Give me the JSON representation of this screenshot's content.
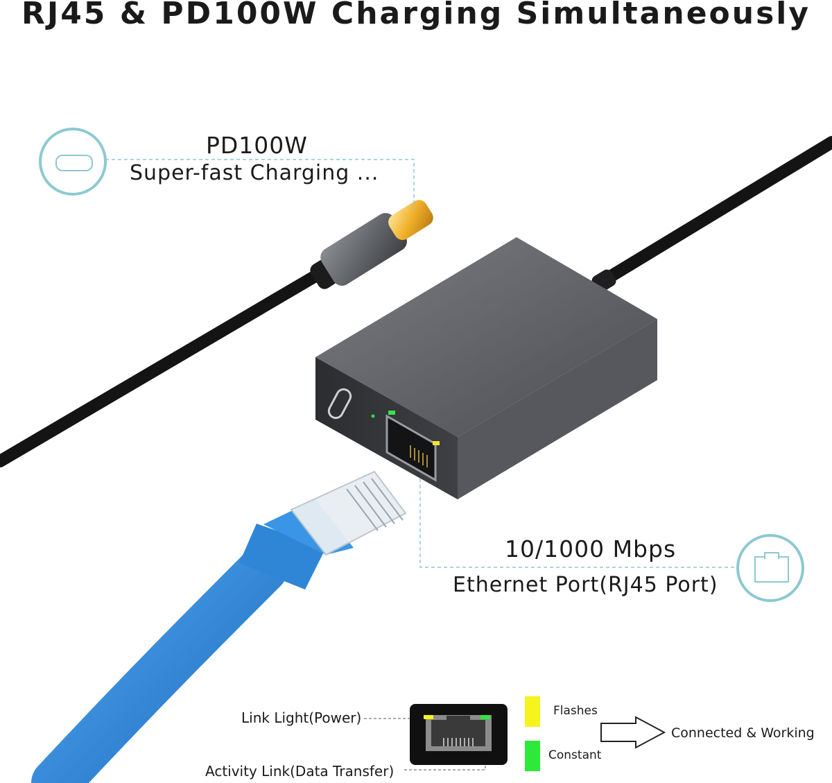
{
  "title": "RJ45 & PD100W Charging Simultaneously",
  "pd_callout": {
    "heading": "PD100W",
    "subtitle": "Super-fast Charging ...",
    "icon": "usb-c-port-icon"
  },
  "ethernet_callout": {
    "heading": "10/1000 Mbps",
    "subtitle": "Ethernet Port(RJ45 Port)",
    "icon": "rj45-port-icon"
  },
  "led_legend": {
    "link_light_label": "Link Light(Power)",
    "activity_label": "Activity Link(Data Transfer)",
    "flashes_label": "Flashes",
    "constant_label": "Constant",
    "result_label": "Connected & Working",
    "flashes_color": "#f7f31e",
    "constant_color": "#2ee83a"
  },
  "colors": {
    "accent": "#8cc9cf",
    "cable_blue": "#2f86d6",
    "adapter_gray": "#5a5c61",
    "connector_gold": "#f0b02a"
  }
}
